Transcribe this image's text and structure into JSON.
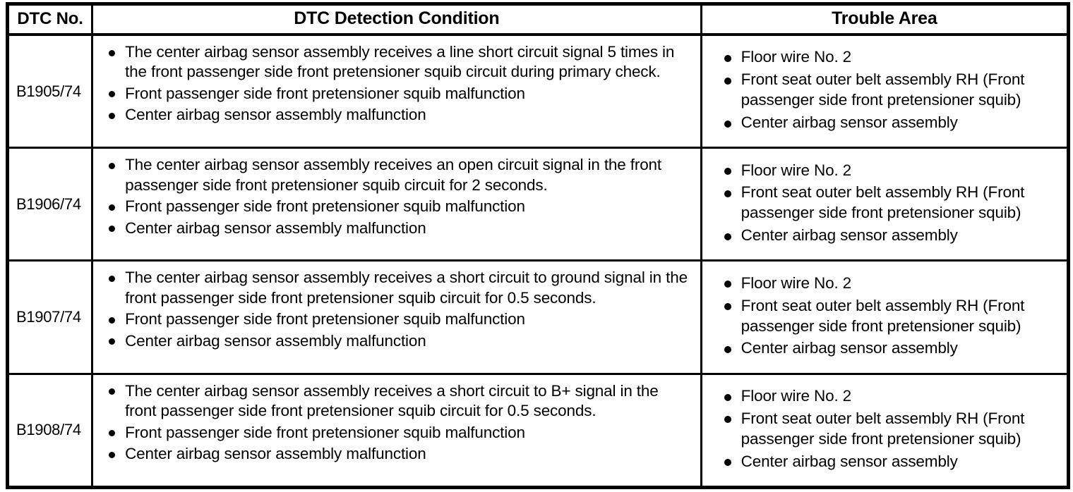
{
  "table": {
    "columns": [
      {
        "key": "dtc_no",
        "label": "DTC No."
      },
      {
        "key": "detection_condition",
        "label": "DTC Detection Condition"
      },
      {
        "key": "trouble_area",
        "label": "Trouble Area"
      }
    ],
    "rows": [
      {
        "dtc_no": "B1905/74",
        "detection_condition": [
          "The center airbag sensor assembly receives a line short circuit signal 5 times in the front passenger side front pretensioner squib circuit during primary check.",
          "Front passenger side front pretensioner squib malfunction",
          "Center airbag sensor assembly malfunction"
        ],
        "trouble_area": [
          "Floor wire No. 2",
          "Front seat outer belt assembly RH (Front passenger side front pretensioner squib)",
          "Center airbag sensor assembly"
        ]
      },
      {
        "dtc_no": "B1906/74",
        "detection_condition": [
          "The center airbag sensor assembly receives an open circuit signal in the front passenger side front pretensioner squib circuit for 2 seconds.",
          "Front passenger side front pretensioner squib malfunction",
          "Center airbag sensor assembly malfunction"
        ],
        "trouble_area": [
          "Floor wire No. 2",
          "Front seat outer belt assembly RH (Front passenger side front pretensioner squib)",
          "Center airbag sensor assembly"
        ]
      },
      {
        "dtc_no": "B1907/74",
        "detection_condition": [
          "The center airbag sensor assembly receives a short circuit to ground signal in the front passenger side front pretensioner squib circuit for 0.5 seconds.",
          "Front passenger side front pretensioner squib malfunction",
          "Center airbag sensor assembly malfunction"
        ],
        "trouble_area": [
          "Floor wire No. 2",
          "Front seat outer belt assembly RH (Front passenger side front pretensioner squib)",
          "Center airbag sensor assembly"
        ]
      },
      {
        "dtc_no": "B1908/74",
        "detection_condition": [
          "The center airbag sensor assembly receives a short circuit to B+ signal in the front passenger side front pretensioner squib circuit for 0.5 seconds.",
          "Front passenger side front pretensioner squib malfunction",
          "Center airbag sensor assembly malfunction"
        ],
        "trouble_area": [
          "Floor wire No. 2",
          "Front seat outer belt assembly RH (Front passenger side front pretensioner squib)",
          "Center airbag sensor assembly"
        ]
      }
    ]
  },
  "colors": {
    "border": "#000000",
    "text": "#000000",
    "background": "#ffffff"
  }
}
